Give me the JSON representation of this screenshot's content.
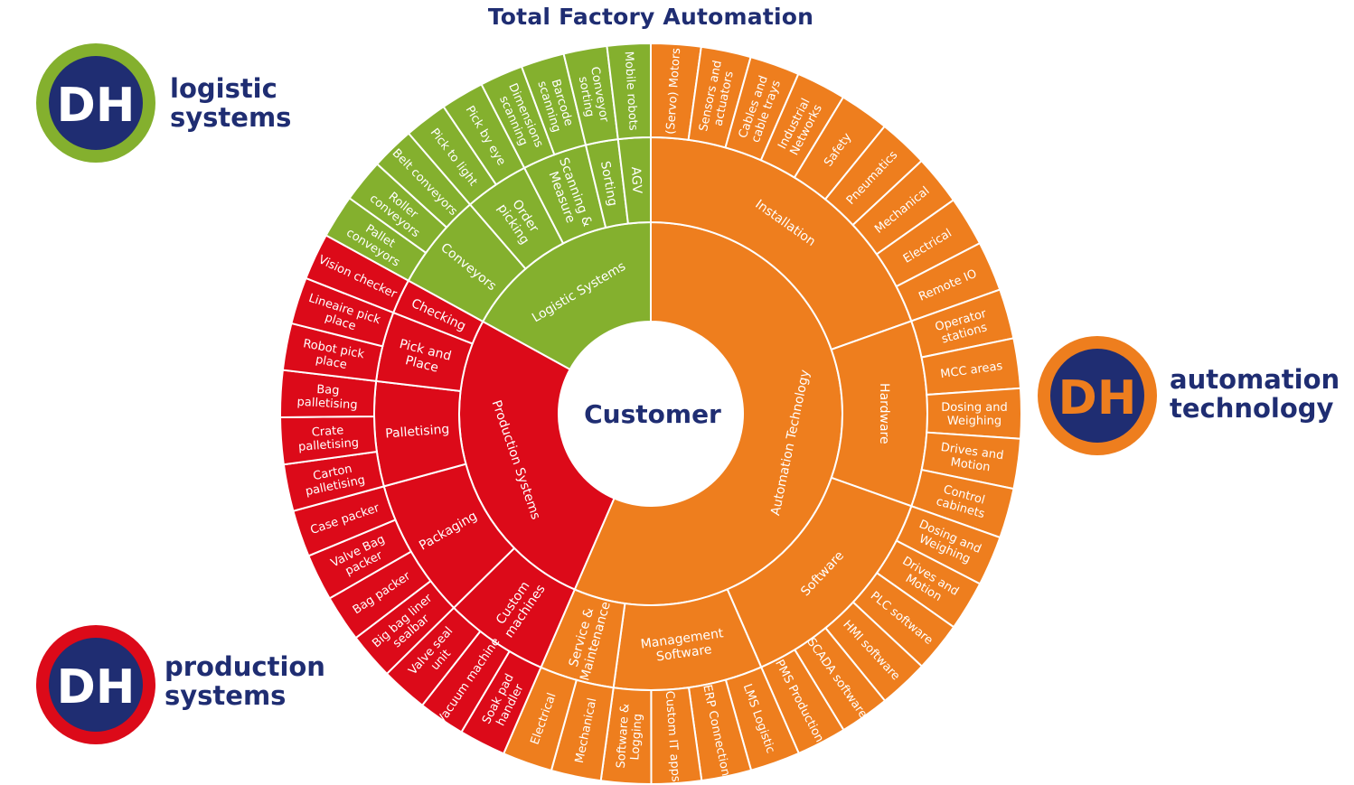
{
  "title": "Total Factory Automation",
  "colors": {
    "logistic": "#84b02e",
    "automation": "#ee7e1e",
    "production": "#dc0a19",
    "navy": "#1f2d72",
    "border": "#ffffff"
  },
  "brands": {
    "logistic": {
      "logo": "DH",
      "line1": "logistic",
      "line2": "systems",
      "ring_color": "#84b02e"
    },
    "automation": {
      "logo": "DH",
      "line1": "automation",
      "line2": "technology",
      "ring_color": "#ee7e1e"
    },
    "production": {
      "logo": "DH",
      "line1": "production",
      "line2": "systems",
      "ring_color": "#dc0a19"
    }
  },
  "center_label": "Customer",
  "sunburst": {
    "groups": [
      {
        "name": "Automation Technology",
        "color": "#ee7e1e",
        "share": 0.565,
        "children": [
          {
            "name": "Installation",
            "leaves": [
              "(Servo) Motors",
              "Sensors and actuators",
              "Cables and cable trays",
              "Industrial Networks",
              "Safety",
              "Pneumatics",
              "Mechanical",
              "Electrical",
              "Remote IO"
            ]
          },
          {
            "name": "Hardware",
            "leaves": [
              "Operator stations",
              "MCC areas",
              "Dosing and Weighing",
              "Drives and Motion",
              "Control cabinets"
            ]
          },
          {
            "name": "Software",
            "leaves": [
              "Dosing and Weighing",
              "Drives and Motion",
              "PLC software",
              "HMI software",
              "SCADA software",
              "PMS Production"
            ]
          },
          {
            "name": "Management Software",
            "leaves": [
              "LMS Logistic",
              "ERP Connection",
              "Custom IT apps",
              "Software & Logging"
            ]
          },
          {
            "name": "Service & Maintenance",
            "leaves": [
              "Mechanical",
              "Electrical"
            ]
          }
        ]
      },
      {
        "name": "Production Systems",
        "color": "#dc0a19",
        "share": 0.265,
        "children": [
          {
            "name": "Custom machines",
            "leaves": [
              "Soak pad handler",
              "Vacuum machine",
              "Valve seal unit"
            ]
          },
          {
            "name": "Packaging",
            "leaves": [
              "Big bag liner sealbar",
              "Bag packer",
              "Valve Bag packer",
              "Case packer"
            ]
          },
          {
            "name": "Palletising",
            "leaves": [
              "Carton palletising",
              "Crate palletising",
              "Bag palletising"
            ]
          },
          {
            "name": "Pick and Place",
            "leaves": [
              "Robot pick place",
              "Lineaire pick place"
            ]
          },
          {
            "name": "Checking",
            "leaves": [
              "Vision checker"
            ]
          }
        ]
      },
      {
        "name": "Logistic Systems",
        "color": "#84b02e",
        "share": 0.17,
        "children": [
          {
            "name": "Conveyors",
            "leaves": [
              "Pallet conveyors",
              "Roller conveyors",
              "Belt conveyors"
            ]
          },
          {
            "name": "Order picking",
            "leaves": [
              "Pick to light",
              "Pick by eye"
            ]
          },
          {
            "name": "Scanning & Measure",
            "leaves": [
              "Dimensions scanning",
              "Barcode scanning"
            ]
          },
          {
            "name": "Sorting",
            "leaves": [
              "Conveyor sorting"
            ]
          },
          {
            "name": "AGV",
            "leaves": [
              "Mobile robots"
            ]
          }
        ]
      }
    ]
  }
}
